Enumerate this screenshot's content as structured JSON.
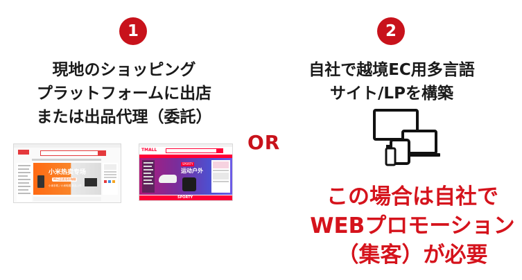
{
  "left": {
    "number": "1",
    "title_lines": [
      "現地のショッピング",
      "プラットフォームに出店",
      "または出品代理（委託）"
    ],
    "screenshot1": {
      "banner_title": "小米热卖专场",
      "banner_badge": "99元品类低价嗨翻",
      "banner_sub": "小米手机 / 小米电视 新品上市"
    },
    "screenshot2": {
      "brand": "TMALL",
      "banner_title": "运动户外",
      "banner_tag": "SPORTY",
      "footer_brand": "SPORTY"
    }
  },
  "middle": {
    "or_label": "OR"
  },
  "right": {
    "number": "2",
    "title_lines": [
      "自社で越境EC用多言語",
      "サイト/LPを構築"
    ],
    "devices_icon": "multi-device-icon",
    "conclusion_lines": [
      "この場合は自社で",
      "WEBプロモーション",
      "（集客）が必要"
    ]
  },
  "colors": {
    "accent": "#c8121b",
    "conclusion": "#d5131c"
  }
}
